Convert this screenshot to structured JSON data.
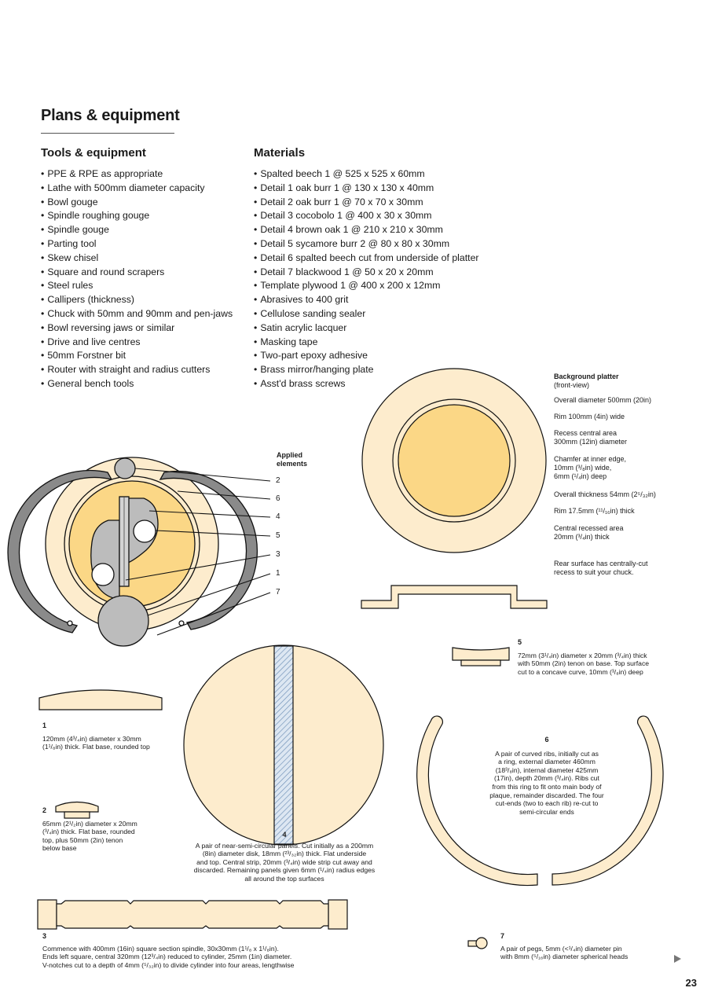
{
  "page": {
    "title": "Plans & equipment",
    "page_number": "23"
  },
  "tools": {
    "heading": "Tools & equipment",
    "items": [
      "PPE & RPE as appropriate",
      "Lathe with 500mm diameter capacity",
      "Bowl gouge",
      "Spindle roughing gouge",
      "Spindle gouge",
      "Parting tool",
      "Skew chisel",
      "Square and round scrapers",
      "Steel rules",
      "Callipers (thickness)",
      "Chuck with 50mm and 90mm and pen-jaws",
      "Bowl reversing jaws or similar",
      "Drive and live centres",
      "50mm Forstner bit",
      "Router with straight and radius cutters",
      "General bench tools"
    ]
  },
  "materials": {
    "heading": "Materials",
    "items": [
      "Spalted beech 1 @ 525 x 525 x 60mm",
      "Detail 1 oak burr 1 @ 130 x 130 x 40mm",
      "Detail 2 oak burr 1 @ 70 x 70 x 30mm",
      "Detail 3 cocobolo 1 @ 400 x 30 x 30mm",
      "Detail 4 brown oak 1 @ 210 x 210 x 30mm",
      "Detail 5 sycamore burr 2 @ 80 x 80 x 30mm",
      "Detail 6 spalted beech cut from underside of platter",
      "Detail 7 blackwood 1 @ 50 x 20 x 20mm",
      "Template plywood 1 @ 400 x 200 x 12mm",
      "Abrasives to 400 grit",
      "Cellulose sanding sealer",
      "Satin acrylic lacquer",
      "Masking tape",
      "Two-part epoxy adhesive",
      "Brass mirror/hanging plate",
      "Asst'd brass screws"
    ]
  },
  "applied": {
    "title_line1": "Applied",
    "title_line2": "elements",
    "labels": [
      "2",
      "6",
      "4",
      "5",
      "3",
      "1",
      "7"
    ]
  },
  "platter": {
    "title": "Background platter",
    "subtitle": "(front-view)",
    "specs": [
      "Overall diameter 500mm (20in)",
      "Rim 100mm (4in) wide",
      "Recess central area",
      "300mm (12in) diameter",
      "Chamfer at inner edge,",
      "10mm (³/₈in) wide,",
      "6mm (¹/₄in) deep",
      "Overall thickness 54mm (2⁵/₃₂in)",
      "Rim 17.5mm (¹¹/₁₆in) thick",
      "Central recessed area",
      "20mm (³/₄in) thick",
      "Rear surface has centrally-cut",
      "recess to suit your chuck."
    ]
  },
  "details": {
    "d1": {
      "num": "1",
      "line1": "120mm (4³/₄in) diameter x 30mm",
      "line2": "(1¹/₈in) thick. Flat base, rounded top"
    },
    "d2": {
      "num": "2",
      "line1": "65mm (2¹/₂in) diameter x 20mm",
      "line2": "(³/₄in) thick. Flat base, rounded",
      "line3": "top, plus 50mm (2in) tenon",
      "line4": "below base"
    },
    "d3": {
      "num": "3",
      "line1": "Commence with 400mm (16in)  square section spindle, 30x30mm (1¹/₈ x 1¹/₈in).",
      "line2": "Ends left square, central 320mm (12³/₄in) reduced to cylinder, 25mm (1in) diameter.",
      "line3": "V-notches cut to a depth of 4mm (⁵/₃₂in) to divide cylinder into four areas, lengthwise"
    },
    "d4": {
      "num": "4",
      "line1": "A pair of near-semi-circular panels. Cut initially as a 200mm",
      "line2": "(8in) diameter disk, 18mm (²³/₃₂in) thick. Flat underside",
      "line3": "and top. Central strip, 20mm (³/₄in) wide strip cut away and",
      "line4": "discarded. Remaining panels given 6mm (¹/₄in) radius edges",
      "line5": "all around the top surfaces"
    },
    "d5": {
      "num": "5",
      "line1": "72mm (3¹/₄in) diameter x 20mm (³/₄in) thick",
      "line2": "with 50mm (2in) tenon on base. Top surface",
      "line3": "cut to a concave curve, 10mm (³/₈in) deep"
    },
    "d6": {
      "num": "6",
      "line1": "A pair of curved ribs, initially cut as",
      "line2": "a ring, external diameter 460mm",
      "line3": "(18³/₈in), internal diameter 425mm",
      "line4": "(17in), depth 20mm (³/₄in). Ribs cut",
      "line5": "from this ring to fit onto main body of",
      "line6": "plaque, remainder discarded. The four",
      "line7": "cut-ends (two to each rib) re-cut to",
      "line8": "semi-circular ends"
    },
    "d7": {
      "num": "7",
      "line1": "A pair of pegs, 5mm (<¹/₄in) diameter pin",
      "line2": "with 8mm (⁵/₁₆in) diameter spherical heads"
    }
  },
  "colors": {
    "cream": "#fdeccd",
    "yellow": "#fbd786",
    "grey": "#bcbcbc",
    "dark_grey": "#7a7a7a",
    "hatch_blue": "#9fb8d4"
  }
}
